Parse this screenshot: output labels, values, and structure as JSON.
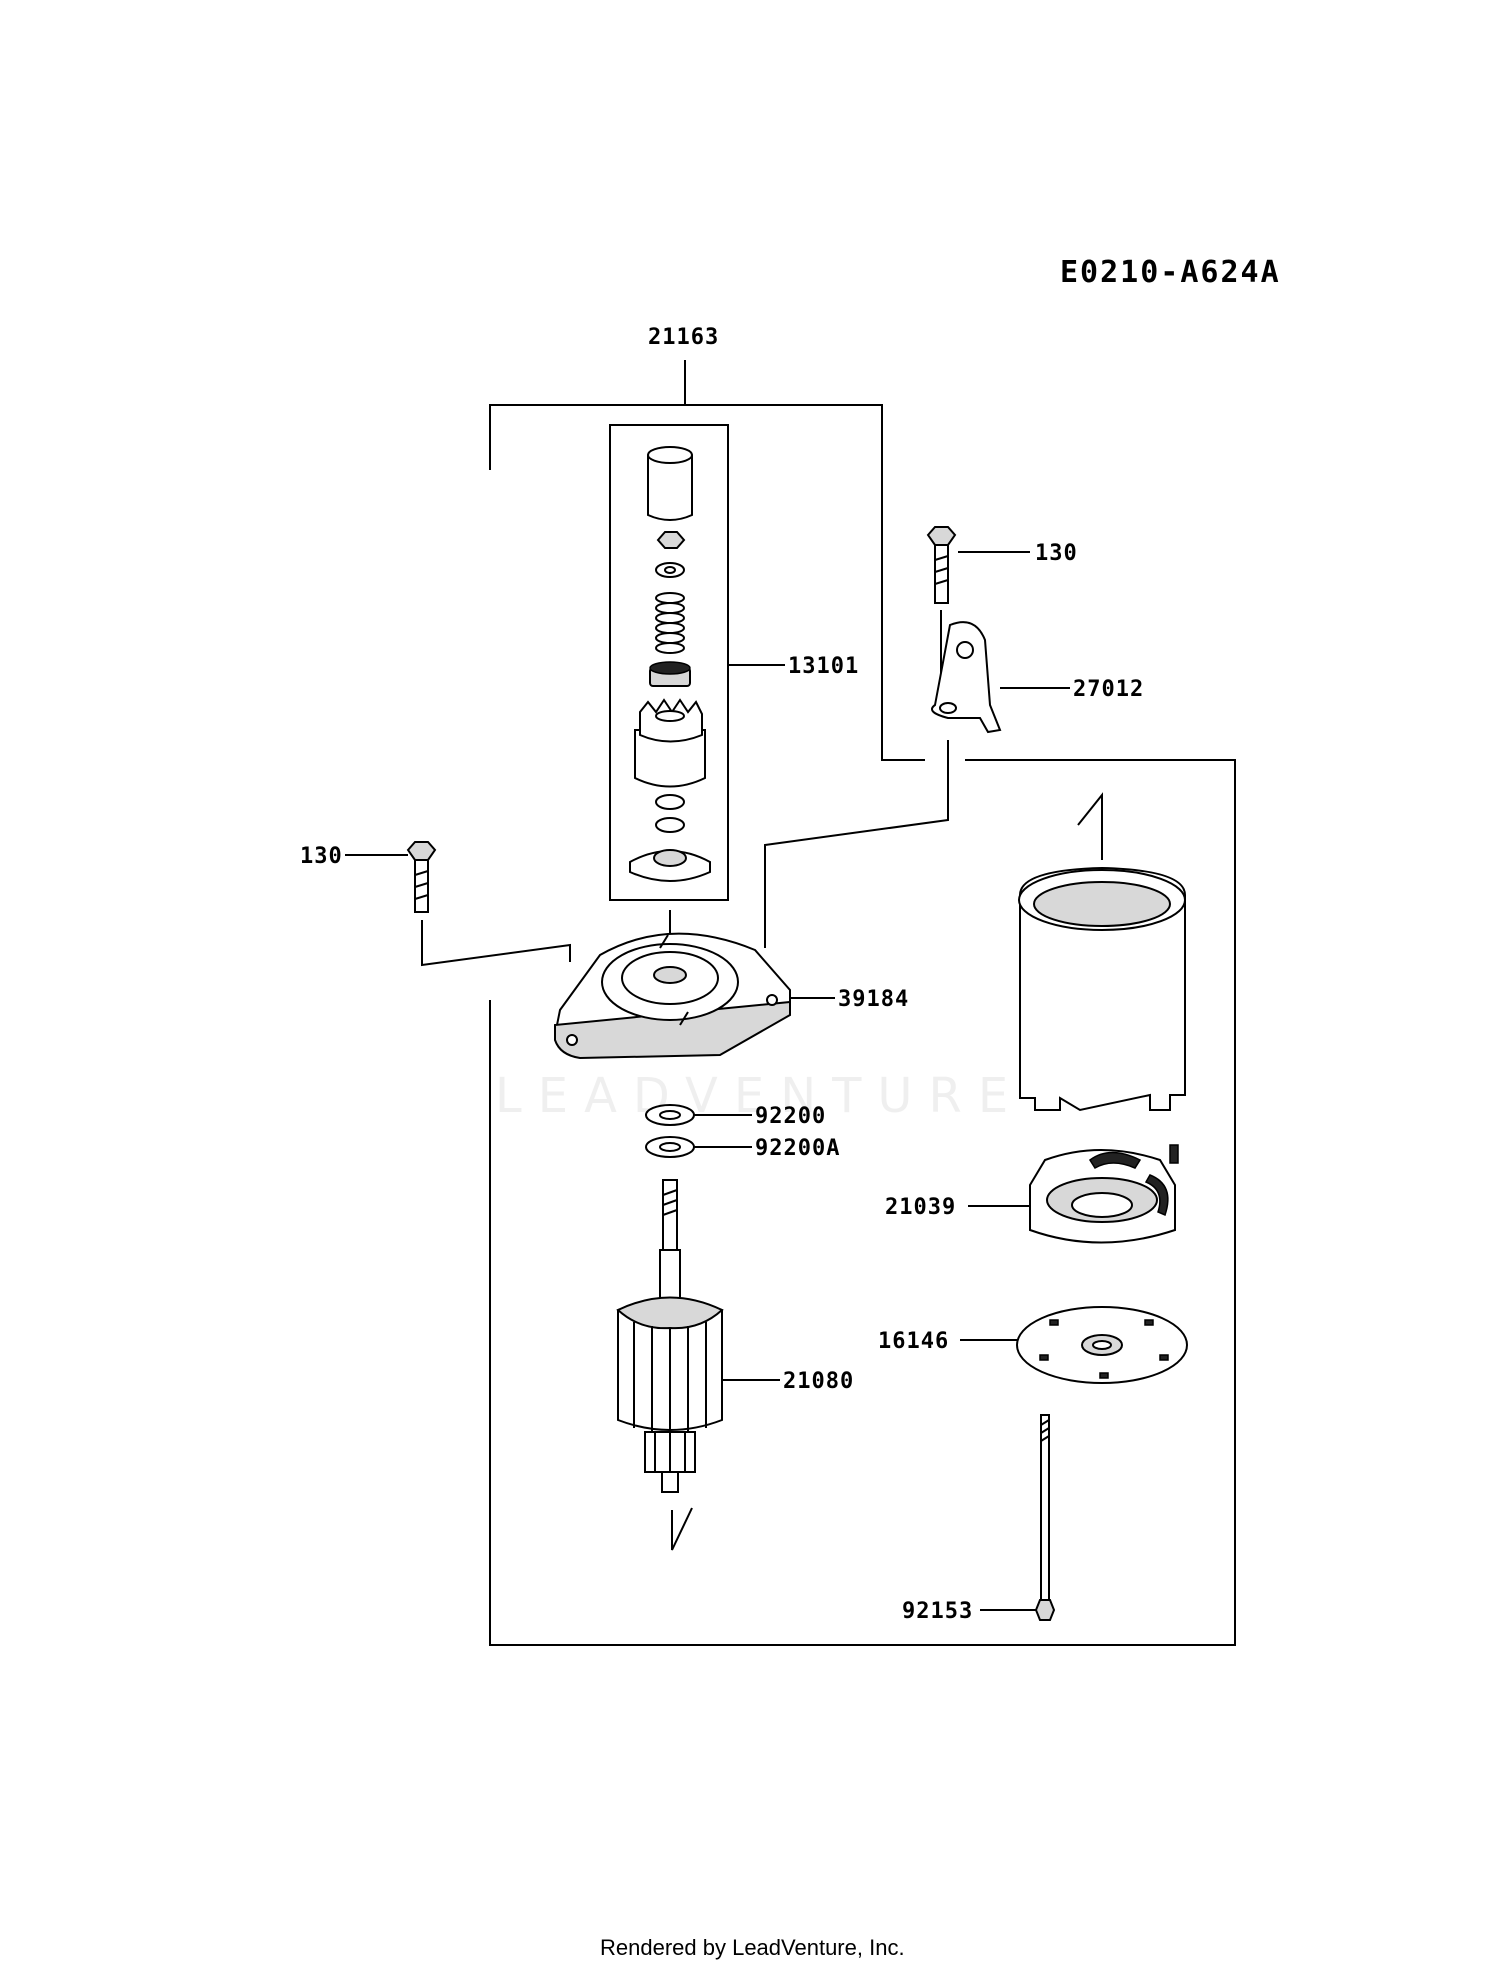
{
  "diagram": {
    "code": "E0210-A624A",
    "watermark": "LEADVENTURE",
    "footer": "Rendered by LeadVenture, Inc.",
    "labels": {
      "p21163": "21163",
      "p130_top": "130",
      "p13101": "13101",
      "p27012": "27012",
      "p130_left": "130",
      "p39184": "39184",
      "p92200": "92200",
      "p92200A": "92200A",
      "p21039": "21039",
      "p16146": "16146",
      "p21080": "21080",
      "p92153": "92153"
    }
  }
}
